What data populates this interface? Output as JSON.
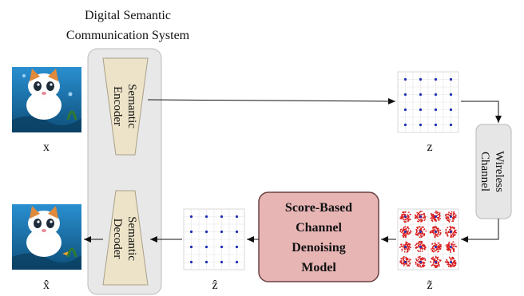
{
  "system_title_line1": "Digital Semantic",
  "system_title_line2": "Communication System",
  "encoder": {
    "line1": "Semantic",
    "line2": "Encoder"
  },
  "decoder": {
    "line1": "Semantic",
    "line2": "Decoder"
  },
  "channel": {
    "line1": "Wireless",
    "line2": "Channel"
  },
  "denoiser": {
    "line1": "Score-Based",
    "line2": "Channel",
    "line3": "Denoising",
    "line4": "Model"
  },
  "labels": {
    "x": "x",
    "x_hat": "x̂",
    "z": "z",
    "z_hat": "ẑ",
    "z_tilde": "z̃"
  },
  "colors": {
    "system_box": "#e8e8e8",
    "trapezoid": "#ede3c8",
    "channel_box": "#e6e6e6",
    "denoiser_box": "#e8b5b5",
    "qam_point": "#1f2fb5",
    "noise_point": "#d81f1f"
  },
  "images": {
    "input_icon": "cat-underwater-image",
    "output_icon": "cat-underwater-image"
  }
}
